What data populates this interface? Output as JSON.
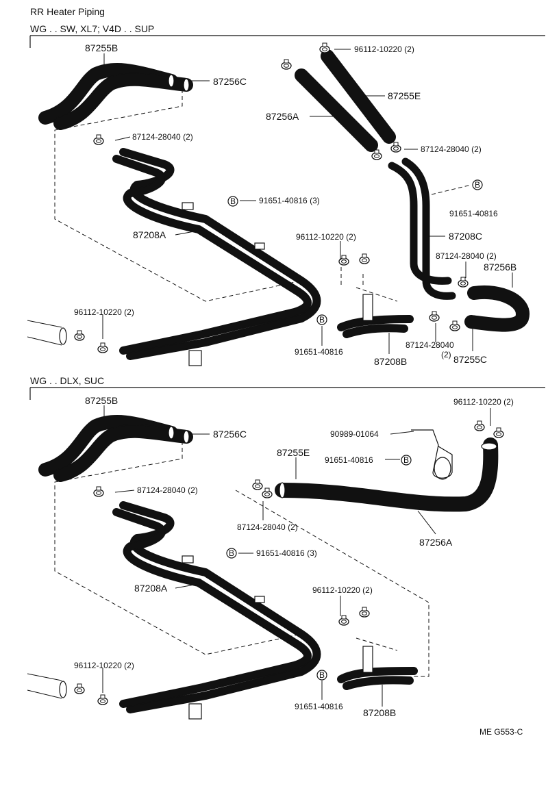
{
  "diagram": {
    "title": "RR Heater Piping",
    "drawing_code": "ME  G553-C",
    "bolt_symbol": "B",
    "section_1": {
      "header": "WG . . SW, XL7; V4D . . SUP",
      "labels": {
        "p87255B": "87255B",
        "p87256C": "87256C",
        "p96112_top": "96112-10220 (2)",
        "p87255E": "87255E",
        "p87256A": "87256A",
        "p87124_left": "87124-28040 (2)",
        "p87124_right": "87124-28040 (2)",
        "p91651_mid": "91651-40816 (3)",
        "p91651_right": "91651-40816",
        "p87208A": "87208A",
        "p96112_mid": "96112-10220 (2)",
        "p87208C": "87208C",
        "p87124_rmid": "87124-28040 (2)",
        "p87256B": "87256B",
        "p96112_low": "96112-10220 (2)",
        "p91651_low": "91651-40816",
        "p87208B": "87208B",
        "p87124_low": "87124-28040",
        "p87124_low_qty": "(2)",
        "p87255C": "87255C"
      }
    },
    "section_2": {
      "header": "WG . . DLX, SUC",
      "labels": {
        "p87255B": "87255B",
        "p87256C": "87256C",
        "p96112_top": "96112-10220 (2)",
        "p90989": "90989-01064",
        "p87255E": "87255E",
        "p91651_right": "91651-40816",
        "p87124_left": "87124-28040 (2)",
        "p87124_center": "87124-28040 (2)",
        "p87256A": "87256A",
        "p91651_mid": "91651-40816 (3)",
        "p87208A": "87208A",
        "p96112_mid": "96112-10220 (2)",
        "p96112_low": "96112-10220 (2)",
        "p91651_low": "91651-40816",
        "p87208B": "87208B"
      }
    }
  }
}
